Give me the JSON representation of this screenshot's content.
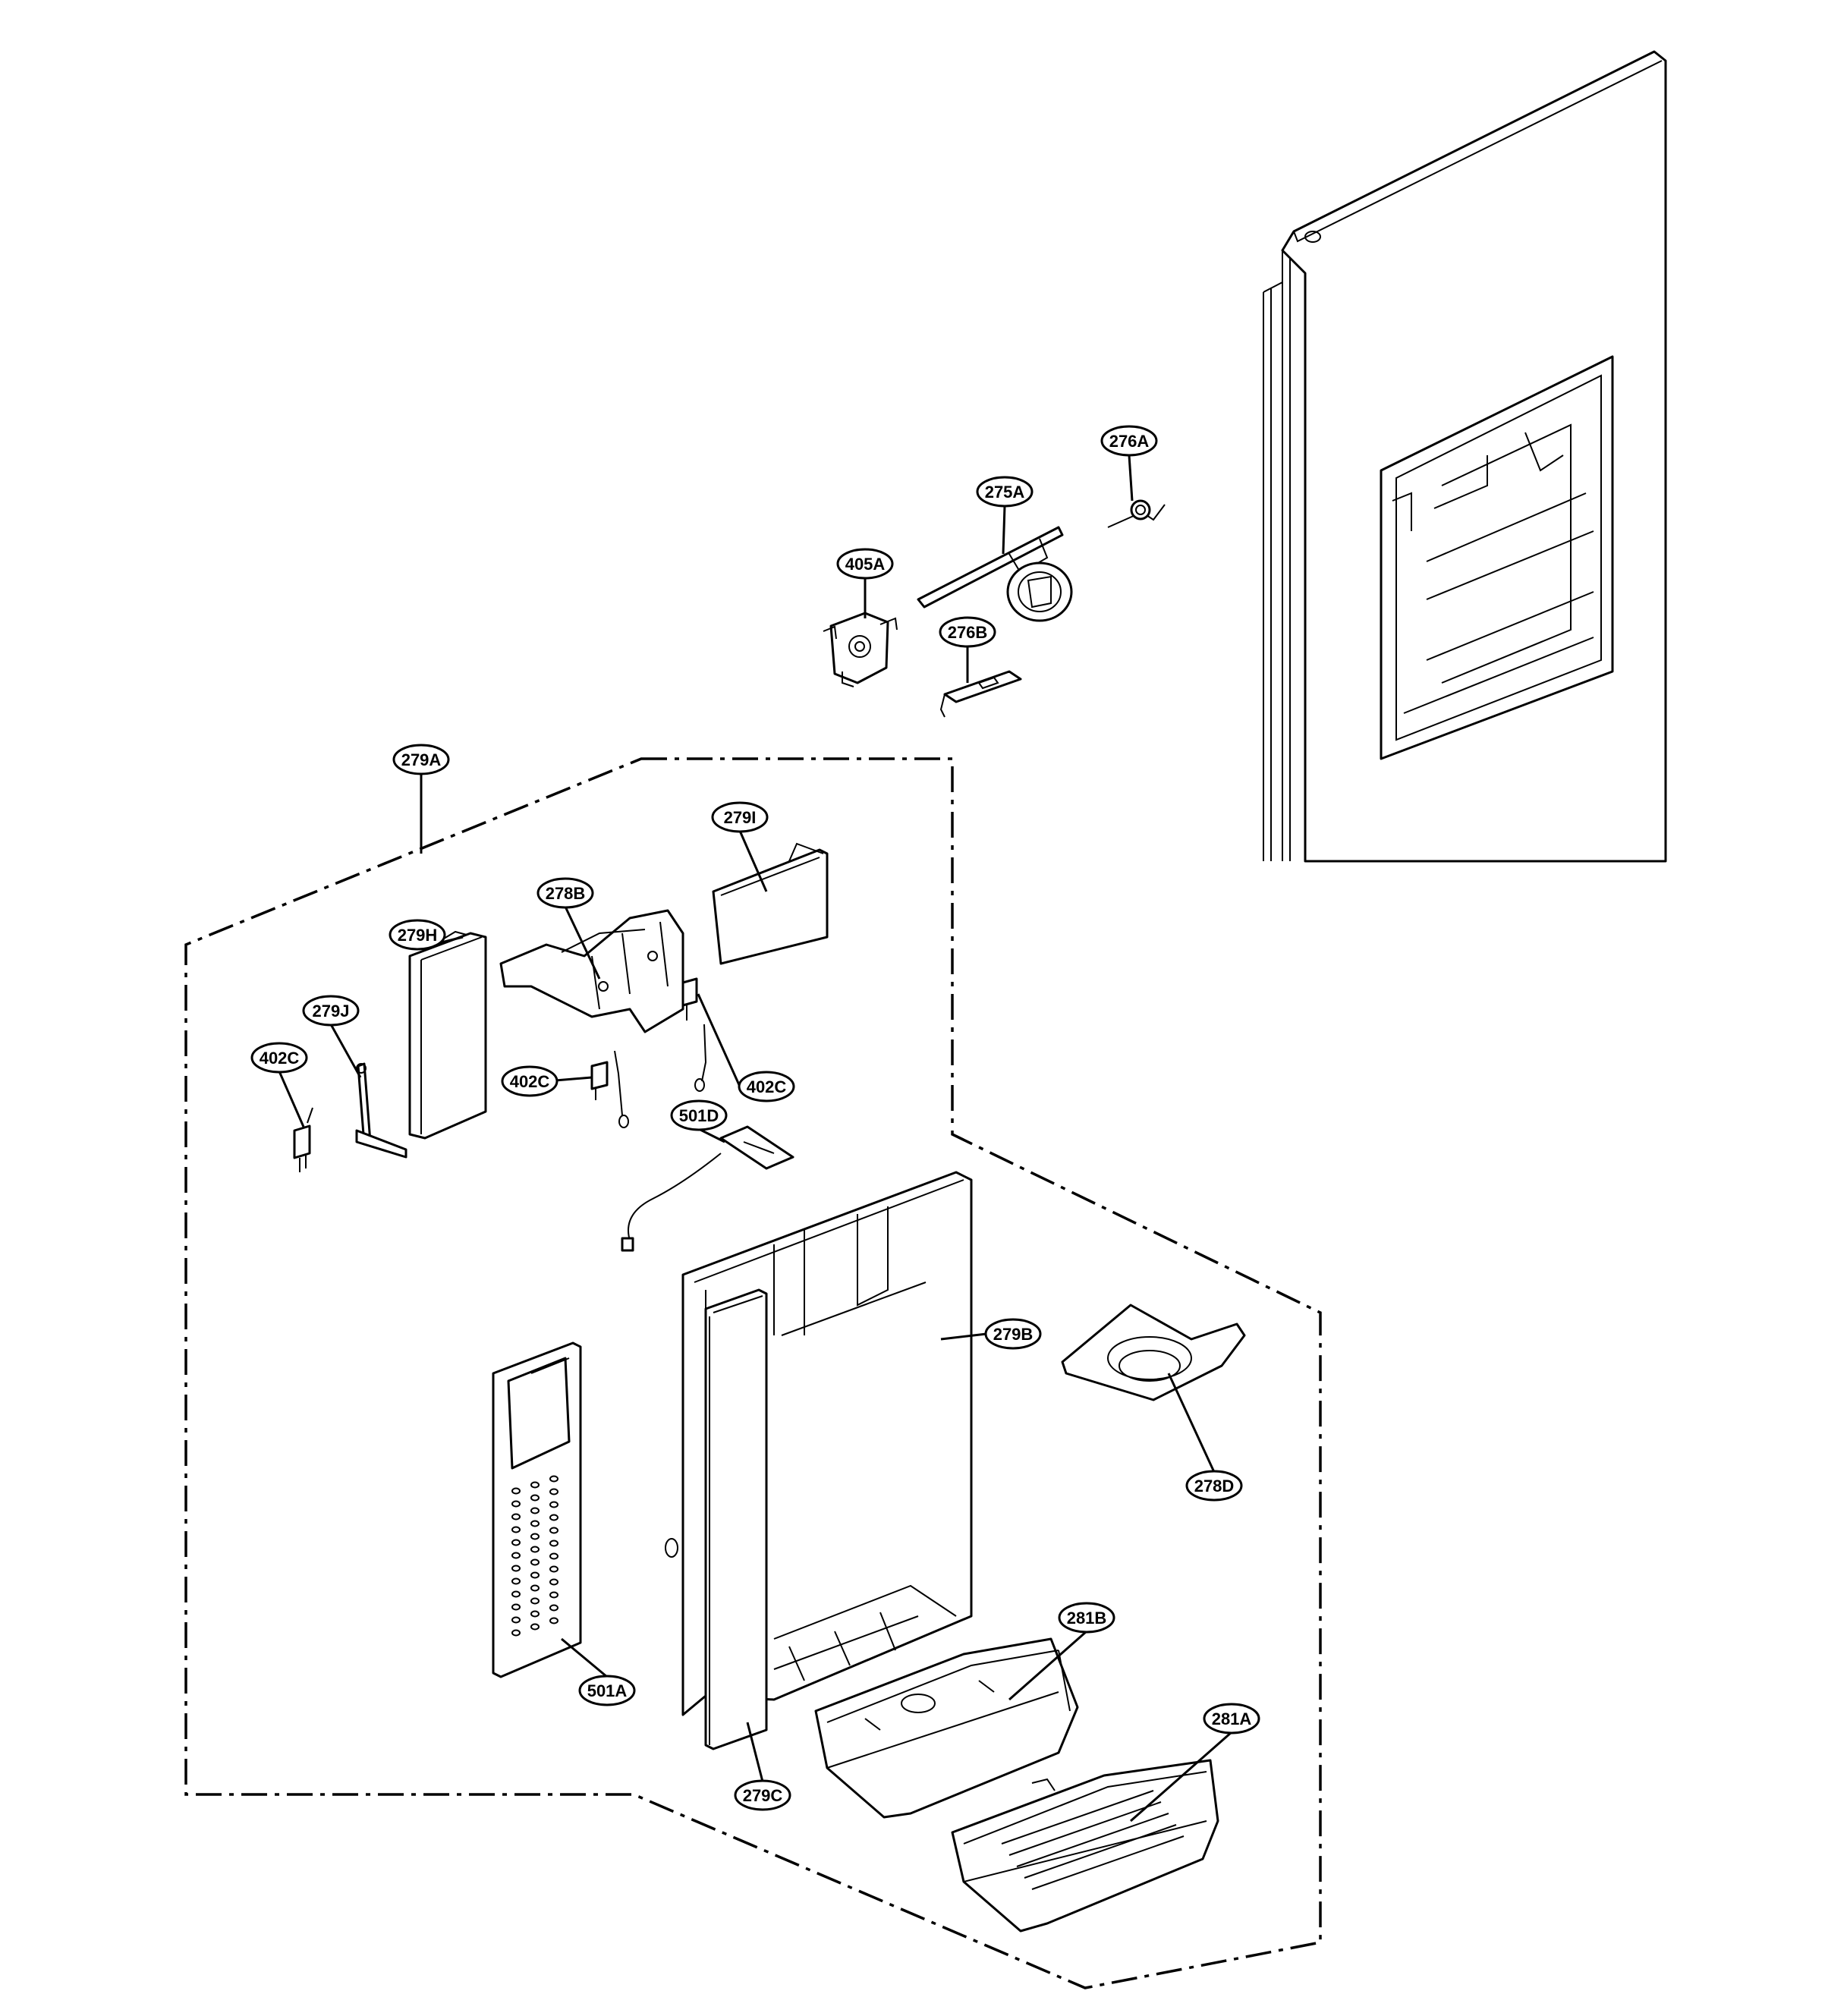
{
  "diagram": {
    "callouts": [
      "276A",
      "275A",
      "405A",
      "276B",
      "279A",
      "279I",
      "278B",
      "279H",
      "402C",
      "279J",
      "402C",
      "402C",
      "501D",
      "279B",
      "278D",
      "501A",
      "281B",
      "281A",
      "279C"
    ]
  }
}
